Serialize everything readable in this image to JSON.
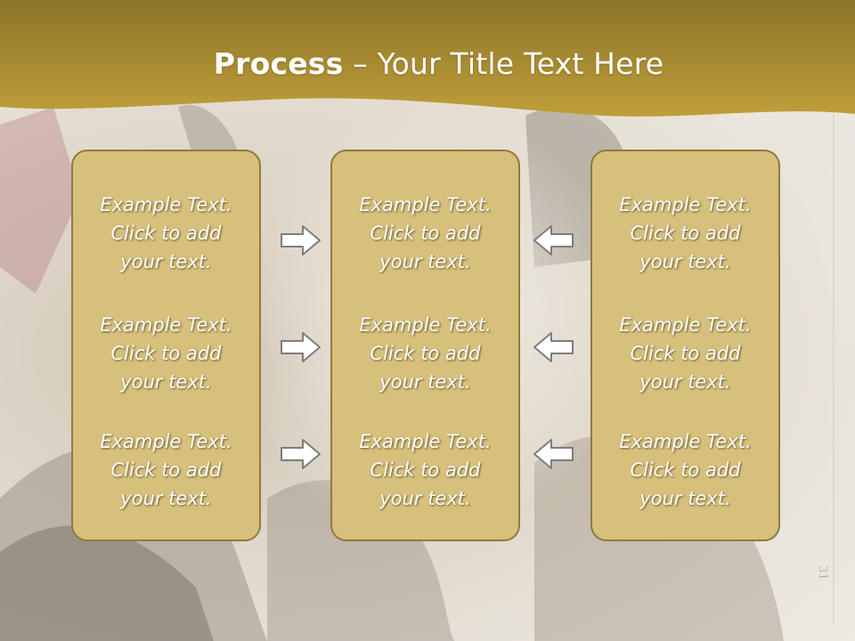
{
  "title": {
    "bold": "Process",
    "separator": " – ",
    "rest": "Your Title Text Here"
  },
  "columns": [
    {
      "items": [
        {
          "l1": "Example Text.",
          "l2": "Click  to add",
          "l3": "your text."
        },
        {
          "l1": "Example Text.",
          "l2": "Click  to add",
          "l3": "your text."
        },
        {
          "l1": "Example Text.",
          "l2": "Click  to add",
          "l3": "your text."
        }
      ]
    },
    {
      "items": [
        {
          "l1": "Example Text.",
          "l2": "Click  to add",
          "l3": "your text."
        },
        {
          "l1": "Example Text.",
          "l2": "Click  to add",
          "l3": "your text."
        },
        {
          "l1": "Example Text.",
          "l2": "Click  to add",
          "l3": "your text."
        }
      ]
    },
    {
      "items": [
        {
          "l1": "Example Text.",
          "l2": "Click  to add",
          "l3": "your text."
        },
        {
          "l1": "Example Text.",
          "l2": "Click  to add",
          "l3": "your text."
        },
        {
          "l1": "Example Text.",
          "l2": "Click  to add",
          "l3": "your text."
        }
      ]
    }
  ],
  "arrows": {
    "left_group": "right-arrow-icon",
    "right_group": "left-arrow-icon"
  },
  "slide_number": "31",
  "colors": {
    "header_gold": "#b89a35",
    "box_fill": "#d6c07c",
    "box_border": "#8f7a3e",
    "text": "#ffffff"
  }
}
